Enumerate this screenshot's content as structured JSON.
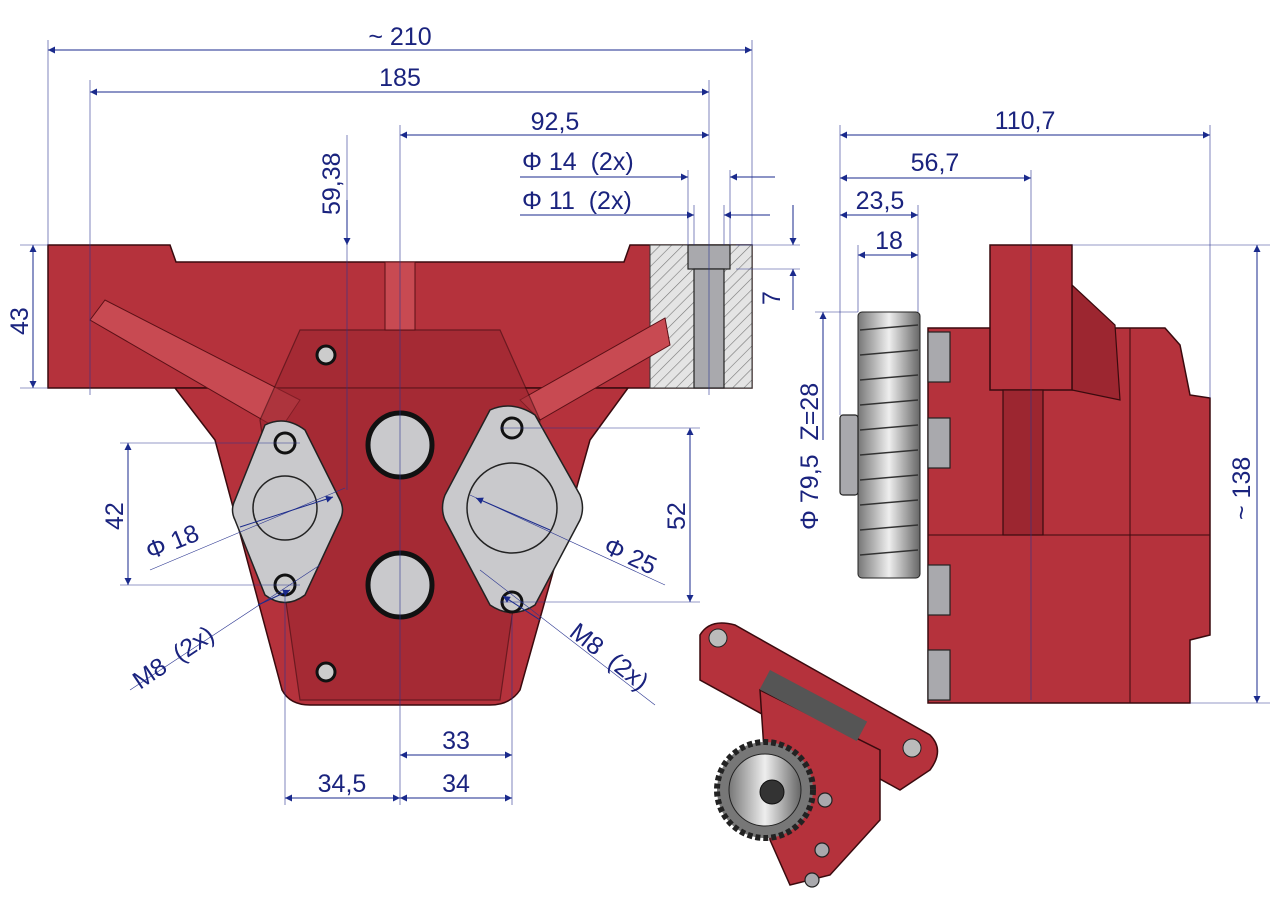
{
  "drawing": {
    "front_view": {
      "overall_width": "~ 210",
      "mount_hole_spacing": "185",
      "center_to_hole": "92,5",
      "counterbore_dia": "Φ 14  (2x)",
      "hole_dia": "Φ 11  (2x)",
      "center_height": "59,38",
      "flange_height": "43",
      "counterbore_depth": "7",
      "left_port_spacing": "42",
      "left_port_dia": "Φ 18",
      "left_thread": "M8  (2x)",
      "right_port_spacing": "52",
      "right_port_dia": "Φ 25",
      "right_thread": "M8  (2x)",
      "right_offset": "33",
      "left_offset_bottom": "34,5",
      "right_offset_bottom": "34"
    },
    "side_view": {
      "overall_depth": "110,7",
      "shaft_offset": "56,7",
      "gear_face": "23,5",
      "gear_width": "18",
      "gear_spec": "Φ 79,5  Z=28",
      "overall_height": "~ 138"
    },
    "colors": {
      "body": "#b5323c",
      "dimension": "#1a237e"
    }
  }
}
